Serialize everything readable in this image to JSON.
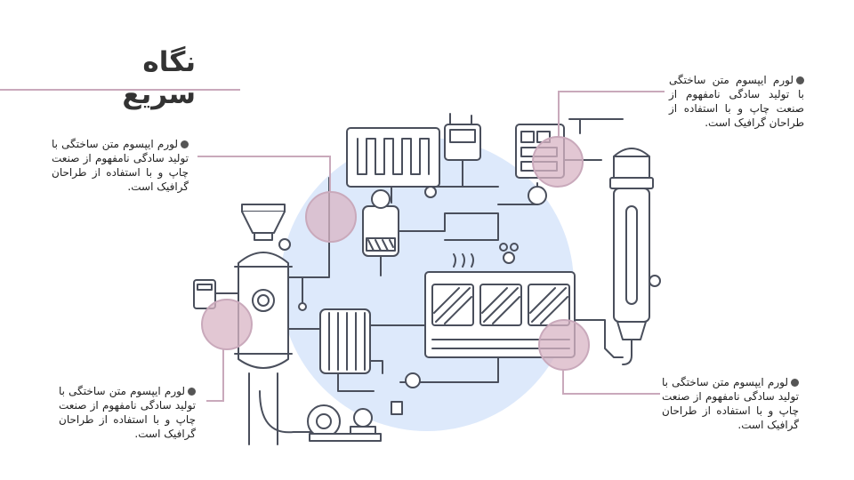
{
  "page": {
    "title": "نگاه سریع"
  },
  "callouts": [
    {
      "id": "top-right",
      "text": "لورم ایپسوم متن ساختگی با تولید سادگی نامفهوم از صنعت چاپ و با استفاده از طراحان گرافیک است."
    },
    {
      "id": "top-left",
      "text": "لورم ایپسوم متن ساختگی با تولید سادگی نامفهوم از صنعت چاپ و با استفاده از طراحان گرافیک است."
    },
    {
      "id": "bottom-left",
      "text": "لورم ایپسوم متن ساختگی با تولید سادگی نامفهوم از صنعت چاپ و با استفاده از طراحان گرافیک است."
    },
    {
      "id": "bottom-right",
      "text": "لورم ایپسوم متن ساختگی با تولید سادگی نامفهوم از صنعت چاپ و با استفاده از طراحان گرافیک است."
    }
  ],
  "colors": {
    "accent_line": "#c9a9bb",
    "highlight_circle": "#d8b4c4",
    "background_disc": "#dde9fb",
    "machine_stroke": "#4a4f5c"
  }
}
